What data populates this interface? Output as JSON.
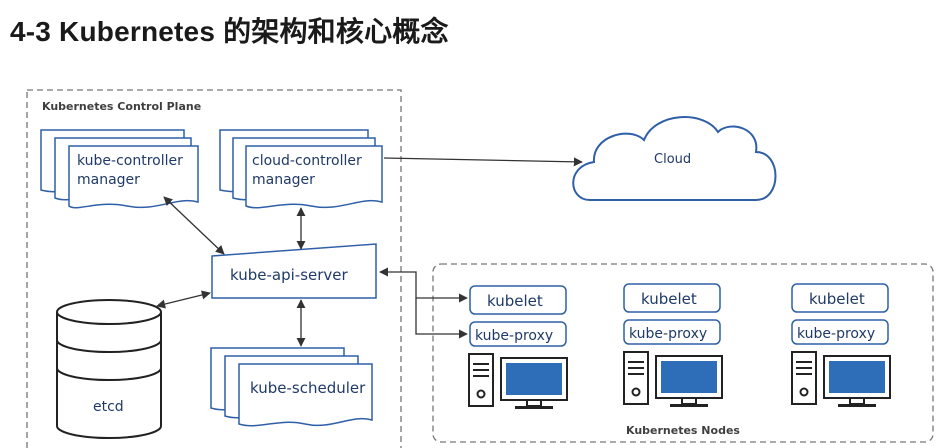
{
  "page_title": "4-3 Kubernetes 的架构和核心概念",
  "control_plane": {
    "label": "Kubernetes Control Plane",
    "kube_controller_manager": [
      "kube-controller",
      "manager"
    ],
    "cloud_controller_manager": [
      "cloud-controller",
      "manager"
    ],
    "api_server": "kube-api-server",
    "scheduler": "kube-scheduler",
    "etcd": "etcd"
  },
  "cloud": "Cloud",
  "nodes": {
    "label": "Kubernetes Nodes",
    "kubelet": [
      "kubelet",
      "kubelet",
      "kubelet"
    ],
    "kube_proxy": [
      "kube-proxy",
      "kube-proxy",
      "kube-proxy"
    ]
  },
  "colors": {
    "box_stroke": "#2f5fa8",
    "dashed_border": "#777777",
    "text_blue": "#1f3a68",
    "monitor_fill": "#2e6db8",
    "arrow": "#333333"
  }
}
